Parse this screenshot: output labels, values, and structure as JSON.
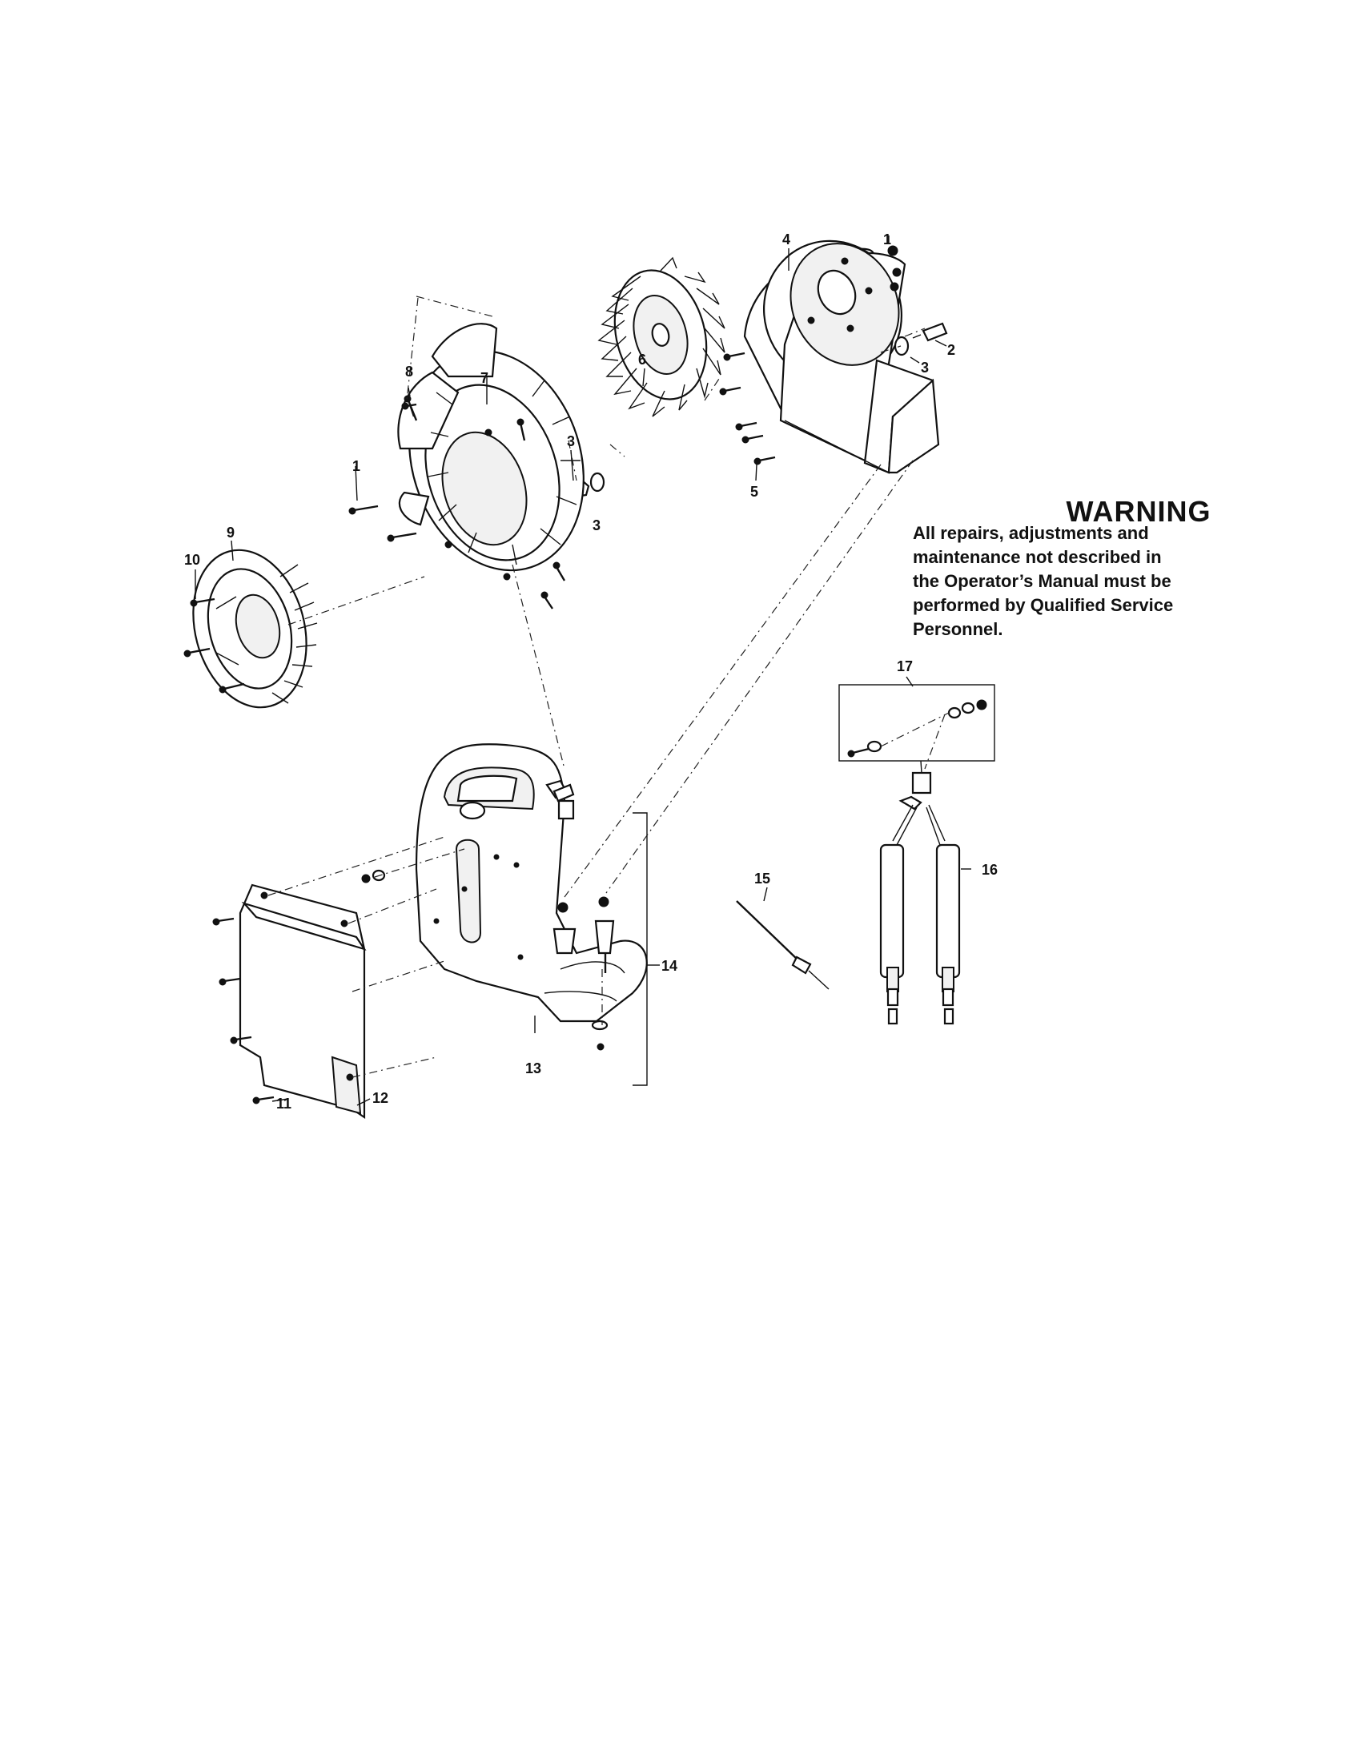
{
  "warning": {
    "title": "WARNING",
    "lines": [
      "All repairs, adjustments and",
      "maintenance not described in",
      "the Operator’s Manual must be",
      "performed by Qualified Service",
      "Personnel."
    ]
  },
  "callouts": {
    "c1_top": "1",
    "c2": "2",
    "c3_right": "3",
    "c4": "4",
    "c5": "5",
    "c6": "6",
    "c7": "7",
    "c8": "8",
    "c3_mid_top": "3",
    "c3_mid_bottom": "3",
    "c1_left": "1",
    "c9": "9",
    "c10": "10",
    "c11": "11",
    "c12": "12",
    "c13": "13",
    "c14": "14",
    "c15": "15",
    "c16": "16",
    "c17": "17"
  }
}
